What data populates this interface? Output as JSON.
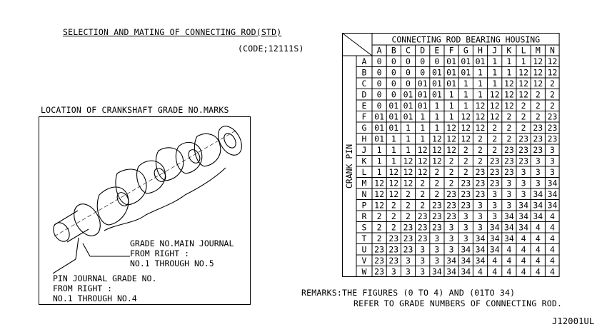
{
  "title": "SELECTION AND MATING OF CONNECTING ROD(STD)",
  "code": "(CODE;12111S)",
  "location_title": "LOCATION OF CRANKSHAFT GRADE NO.MARKS",
  "crank_callouts": {
    "main_journal": [
      "GRADE NO.MAIN JOURNAL",
      "FROM RIGHT :",
      "NO.1 THROUGH NO.5"
    ],
    "pin_journal": [
      "PIN JOURNAL GRADE NO.",
      "FROM RIGHT :",
      "NO.1 THROUGH NO.4"
    ]
  },
  "table": {
    "header_title": "CONNECTING ROD BEARING HOUSING",
    "row_header_title": "CRANK PIN",
    "columns": [
      "A",
      "B",
      "C",
      "D",
      "E",
      "F",
      "G",
      "H",
      "J",
      "K",
      "L",
      "M",
      "N"
    ],
    "rows": [
      {
        "label": "A",
        "cells": [
          "0",
          "0",
          "0",
          "0",
          "0",
          "01",
          "01",
          "01",
          "1",
          "1",
          "1",
          "12",
          "12"
        ]
      },
      {
        "label": "B",
        "cells": [
          "0",
          "0",
          "0",
          "0",
          "01",
          "01",
          "01",
          "1",
          "1",
          "1",
          "12",
          "12",
          "12"
        ]
      },
      {
        "label": "C",
        "cells": [
          "0",
          "0",
          "0",
          "01",
          "01",
          "01",
          "1",
          "1",
          "1",
          "12",
          "12",
          "12",
          "2"
        ]
      },
      {
        "label": "D",
        "cells": [
          "0",
          "0",
          "01",
          "01",
          "01",
          "1",
          "1",
          "1",
          "12",
          "12",
          "12",
          "2",
          "2"
        ]
      },
      {
        "label": "E",
        "cells": [
          "0",
          "01",
          "01",
          "01",
          "1",
          "1",
          "1",
          "12",
          "12",
          "12",
          "2",
          "2",
          "2"
        ]
      },
      {
        "label": "F",
        "cells": [
          "01",
          "01",
          "01",
          "1",
          "1",
          "1",
          "12",
          "12",
          "12",
          "2",
          "2",
          "2",
          "23"
        ]
      },
      {
        "label": "G",
        "cells": [
          "01",
          "01",
          "1",
          "1",
          "1",
          "12",
          "12",
          "12",
          "2",
          "2",
          "2",
          "23",
          "23"
        ]
      },
      {
        "label": "H",
        "cells": [
          "01",
          "1",
          "1",
          "1",
          "12",
          "12",
          "12",
          "2",
          "2",
          "2",
          "23",
          "23",
          "23"
        ]
      },
      {
        "label": "J",
        "cells": [
          "1",
          "1",
          "1",
          "12",
          "12",
          "12",
          "2",
          "2",
          "2",
          "23",
          "23",
          "23",
          "3"
        ]
      },
      {
        "label": "K",
        "cells": [
          "1",
          "1",
          "12",
          "12",
          "12",
          "2",
          "2",
          "2",
          "23",
          "23",
          "23",
          "3",
          "3"
        ]
      },
      {
        "label": "L",
        "cells": [
          "1",
          "12",
          "12",
          "12",
          "2",
          "2",
          "2",
          "23",
          "23",
          "23",
          "3",
          "3",
          "3"
        ]
      },
      {
        "label": "M",
        "cells": [
          "12",
          "12",
          "12",
          "2",
          "2",
          "2",
          "23",
          "23",
          "23",
          "3",
          "3",
          "3",
          "34"
        ]
      },
      {
        "label": "N",
        "cells": [
          "12",
          "12",
          "2",
          "2",
          "2",
          "23",
          "23",
          "23",
          "3",
          "3",
          "3",
          "34",
          "34"
        ]
      },
      {
        "label": "P",
        "cells": [
          "12",
          "2",
          "2",
          "2",
          "23",
          "23",
          "23",
          "3",
          "3",
          "3",
          "34",
          "34",
          "34"
        ]
      },
      {
        "label": "R",
        "cells": [
          "2",
          "2",
          "2",
          "23",
          "23",
          "23",
          "3",
          "3",
          "3",
          "34",
          "34",
          "34",
          "4"
        ]
      },
      {
        "label": "S",
        "cells": [
          "2",
          "2",
          "23",
          "23",
          "23",
          "3",
          "3",
          "3",
          "34",
          "34",
          "34",
          "4",
          "4"
        ]
      },
      {
        "label": "T",
        "cells": [
          "2",
          "23",
          "23",
          "23",
          "3",
          "3",
          "3",
          "34",
          "34",
          "34",
          "4",
          "4",
          "4"
        ]
      },
      {
        "label": "U",
        "cells": [
          "23",
          "23",
          "23",
          "3",
          "3",
          "3",
          "34",
          "34",
          "34",
          "4",
          "4",
          "4",
          "4"
        ]
      },
      {
        "label": "V",
        "cells": [
          "23",
          "23",
          "3",
          "3",
          "3",
          "34",
          "34",
          "34",
          "4",
          "4",
          "4",
          "4",
          "4"
        ]
      },
      {
        "label": "W",
        "cells": [
          "23",
          "3",
          "3",
          "3",
          "34",
          "34",
          "34",
          "4",
          "4",
          "4",
          "4",
          "4",
          "4"
        ]
      }
    ]
  },
  "remarks": [
    "REMARKS:THE FIGURES (0 TO 4) AND (01TO 34)",
    "REFER TO GRADE NUMBERS OF CONNECTING ROD."
  ],
  "figure_id": "J12001UL"
}
